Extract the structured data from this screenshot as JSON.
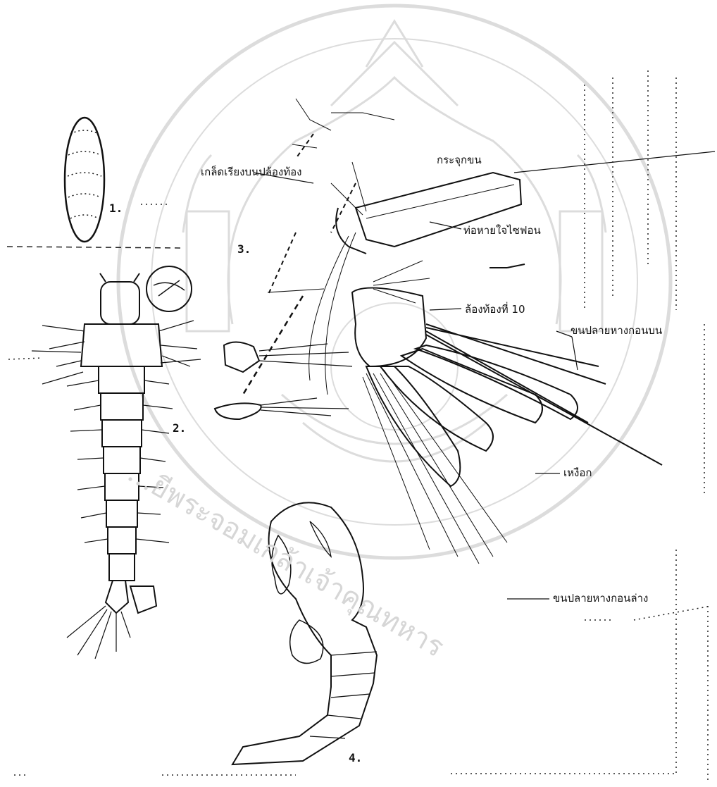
{
  "figure": {
    "panel_numbers": [
      "1.",
      "2.",
      "3.",
      "4."
    ],
    "labels": {
      "scale_row": "เกล็ดเรียงบนปล้องท้อง",
      "comb": "กระจุกขน",
      "siphon": "ท่อหายใจไซฟอน",
      "segment10": "ล้องท้องที่ 10",
      "upper_tail_hair": "ขนปลายหางกอนบน",
      "anal_gill": "เหงือก",
      "lower_tail_hair": "ขนปลายหางกอนล่าง"
    },
    "watermark": {
      "arc_text": "...ยีพระจอมเกล้าเจ้าคุณทหาร"
    }
  }
}
